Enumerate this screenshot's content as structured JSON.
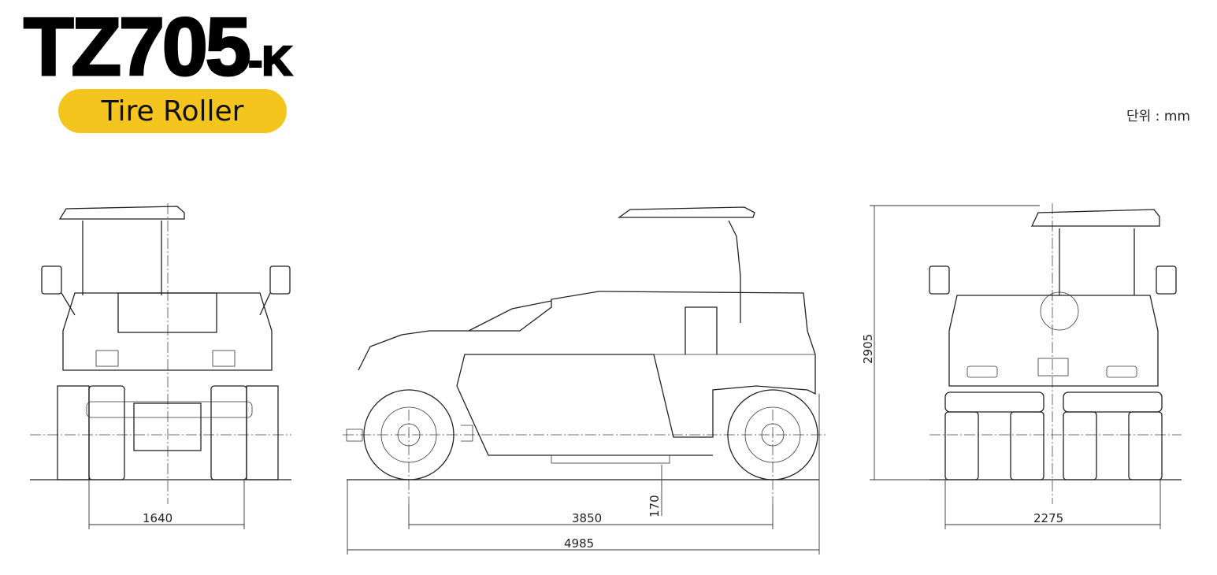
{
  "header": {
    "model": "TZ705",
    "model_suffix": "-K",
    "type_label": "Tire Roller",
    "unit_label": "단위 : mm",
    "badge_color": "#f4c41f"
  },
  "dimensions": {
    "front_track_width": "1640",
    "wheelbase": "3850",
    "overall_length": "4985",
    "ground_clearance": "170",
    "overall_height": "2905",
    "overall_width": "2275"
  }
}
